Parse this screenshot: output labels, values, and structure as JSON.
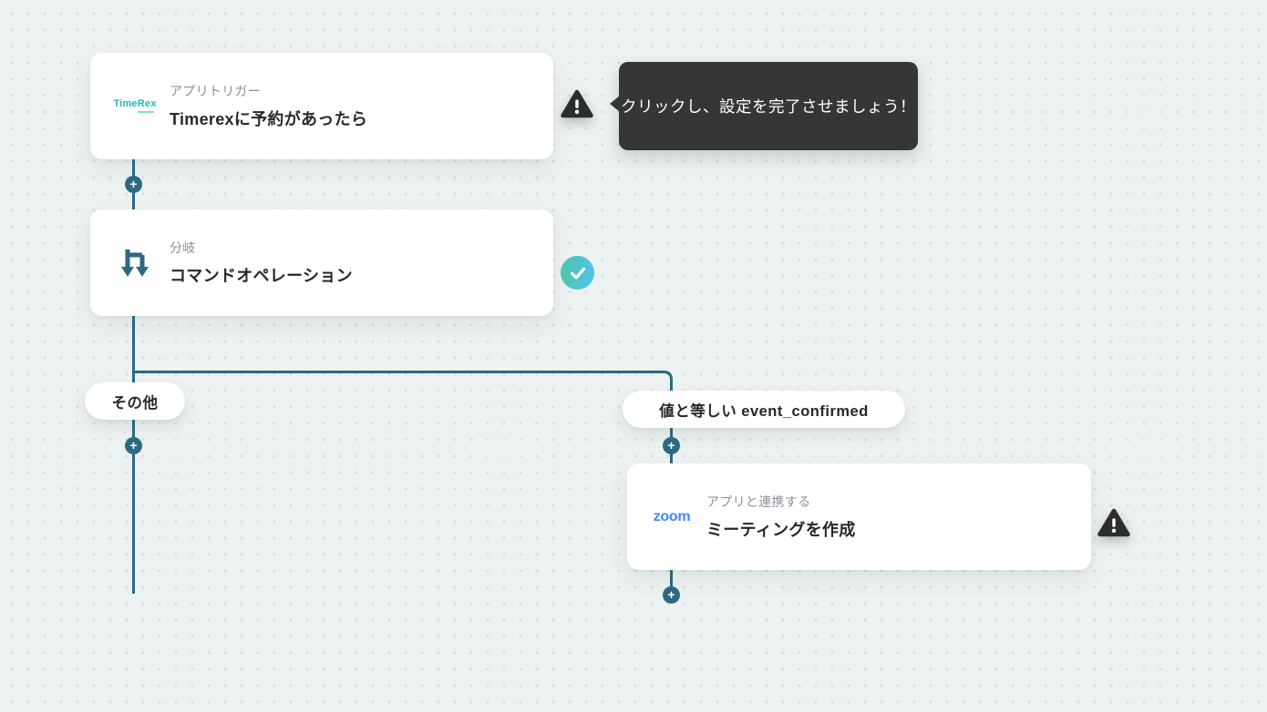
{
  "canvas": {
    "background": "#ecf2f1",
    "dot_color": "#d8dedd",
    "line_color": "#2e6984"
  },
  "trigger_card": {
    "label": "アプリトリガー",
    "title": "Timerexに予約があったら",
    "logo_text": "TimeRex",
    "logo_color": "#2ab5ac"
  },
  "branch_card": {
    "label": "分岐",
    "title": "コマンドオペレーション",
    "icon": "branch-fork-icon",
    "icon_color": "#2e6984"
  },
  "action_card": {
    "label": "アプリと連携する",
    "title": "ミーティングを作成",
    "logo_text": "zoom",
    "logo_color": "#4087fc"
  },
  "tooltip": {
    "text": "クリックし、設定を完了させましょう！",
    "bg": "#343638",
    "text_color": "#ffffff"
  },
  "branch_labels": {
    "left": "その他",
    "right": "値と等しい event_confirmed"
  },
  "status": {
    "branch_card_badge": "check-complete",
    "trigger_card_badge": "warning-incomplete",
    "action_card_badge": "warning-incomplete",
    "check_gradient": [
      "#4cc6a4",
      "#54c3ee"
    ],
    "warning_color": "#2b2d2f"
  },
  "glyphs": {
    "plus": "+"
  }
}
